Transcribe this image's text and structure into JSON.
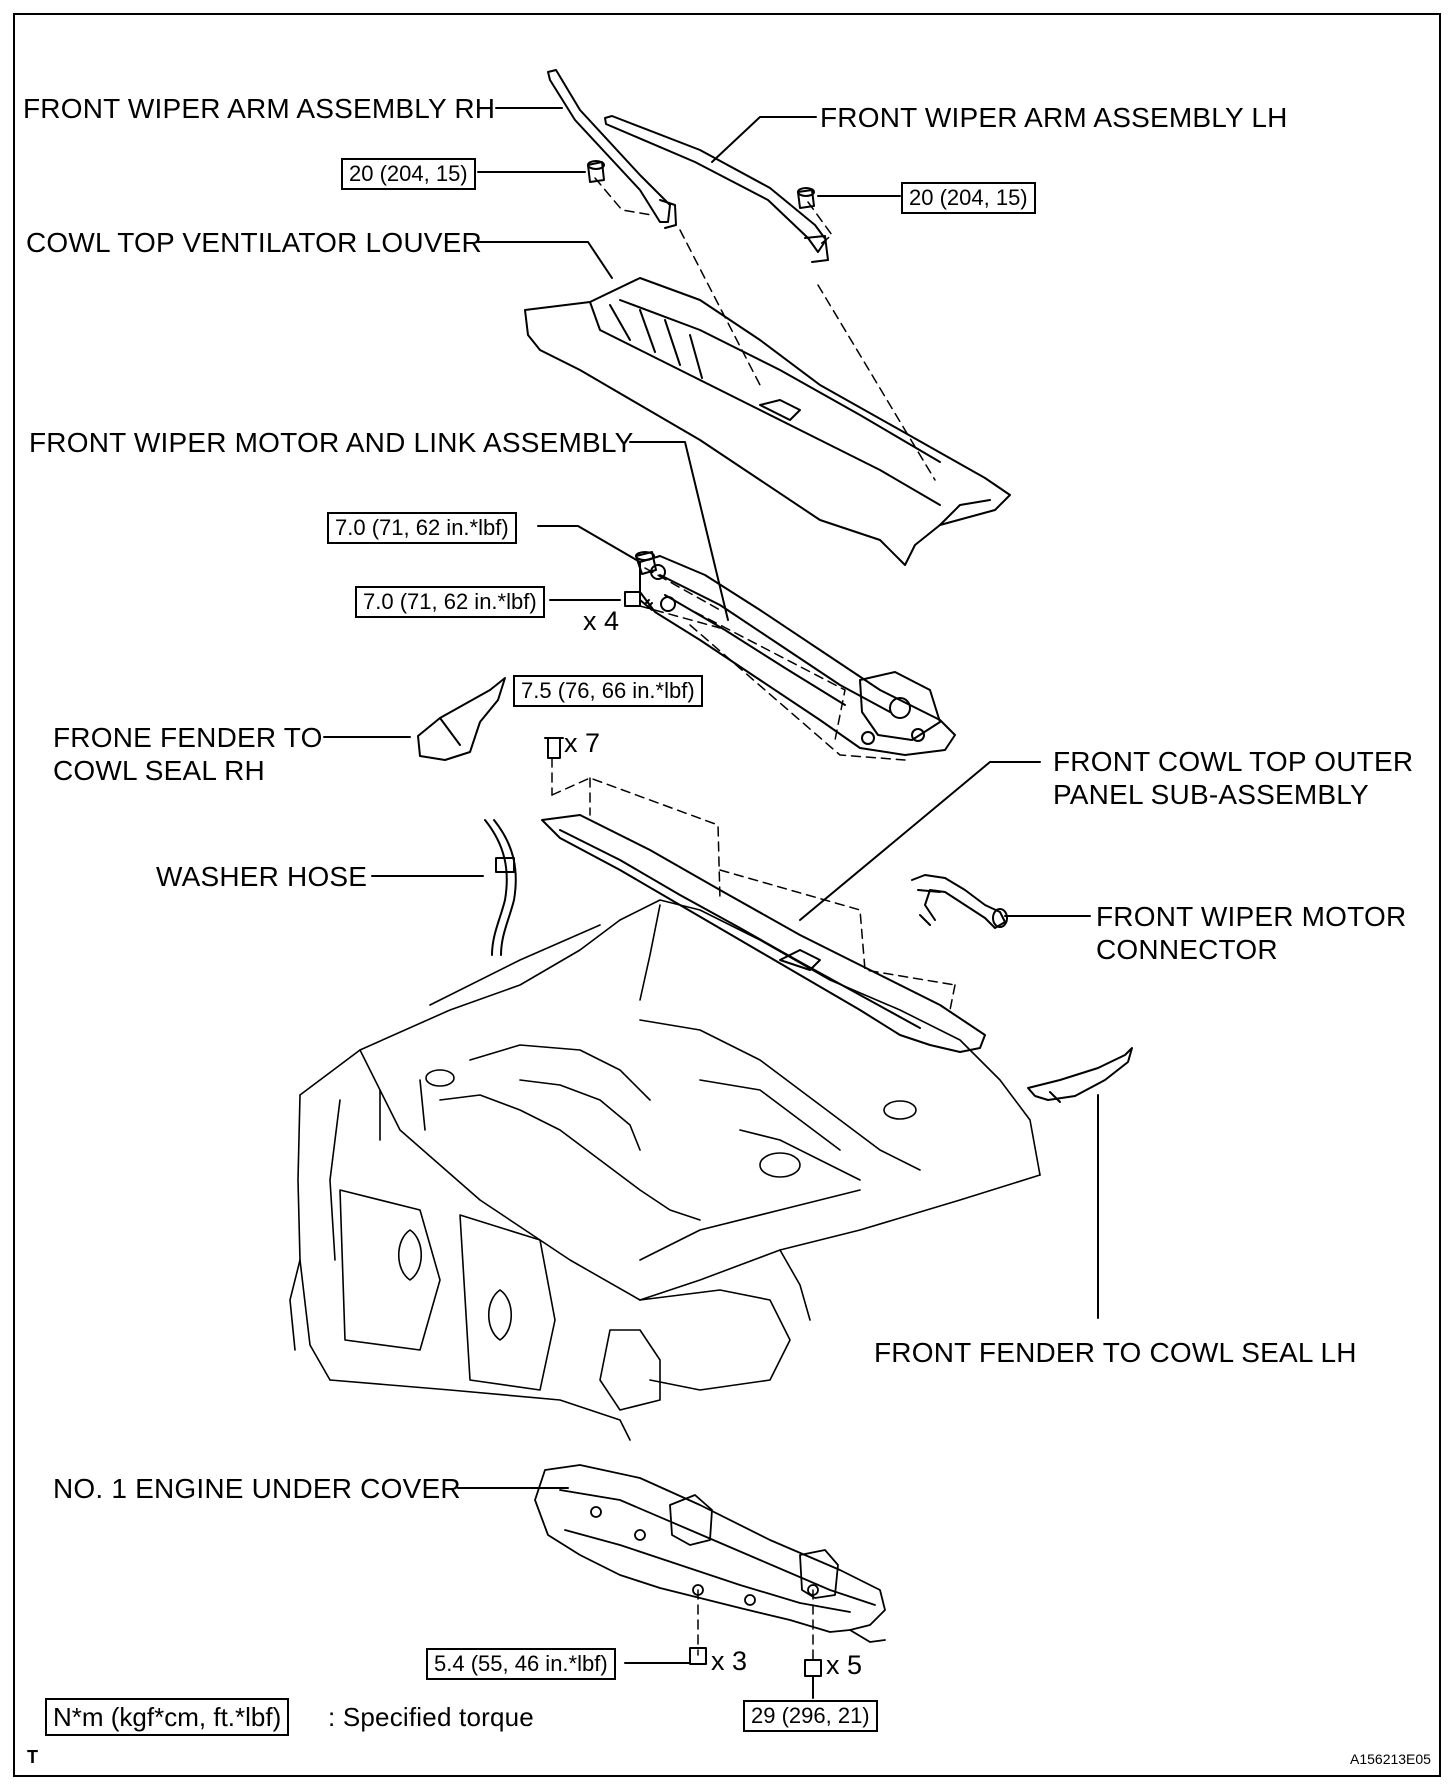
{
  "labels": {
    "wiper_arm_rh": "FRONT WIPER ARM ASSEMBLY RH",
    "wiper_arm_lh": "FRONT WIPER ARM ASSEMBLY LH",
    "cowl_louver": "COWL TOP VENTILATOR LOUVER",
    "wiper_motor_link": "FRONT WIPER MOTOR AND LINK ASSEMBLY",
    "fender_seal_rh_1": "FRONE FENDER TO",
    "fender_seal_rh_2": "COWL SEAL RH",
    "cowl_outer_1": "FRONT COWL TOP OUTER",
    "cowl_outer_2": "PANEL SUB-ASSEMBLY",
    "washer_hose": "WASHER HOSE",
    "motor_connector_1": "FRONT WIPER MOTOR",
    "motor_connector_2": "CONNECTOR",
    "fender_seal_lh": "FRONT FENDER TO COWL SEAL LH",
    "engine_under_cover": "NO. 1 ENGINE UNDER COVER"
  },
  "torques": {
    "arm_rh_nut": "20 (204, 15)",
    "arm_lh_nut": "20 (204, 15)",
    "motor_nut": "7.0 (71, 62 in.*lbf)",
    "motor_bolt": "7.0 (71, 62 in.*lbf)",
    "outer_panel_bolt": "7.5 (76, 66 in.*lbf)",
    "cover_bolt_a": "5.4 (55, 46 in.*lbf)",
    "cover_bolt_b": "29 (296, 21)"
  },
  "quantities": {
    "motor_bolt": "x 4",
    "outer_panel_bolt": "x 7",
    "cover_bolt_a": "x 3",
    "cover_bolt_b": "x 5"
  },
  "legend": {
    "unit_box": "N*m (kgf*cm, ft.*lbf)",
    "text": ": Specified torque"
  },
  "corner_mark": "T",
  "figure_id": "A156213E05"
}
